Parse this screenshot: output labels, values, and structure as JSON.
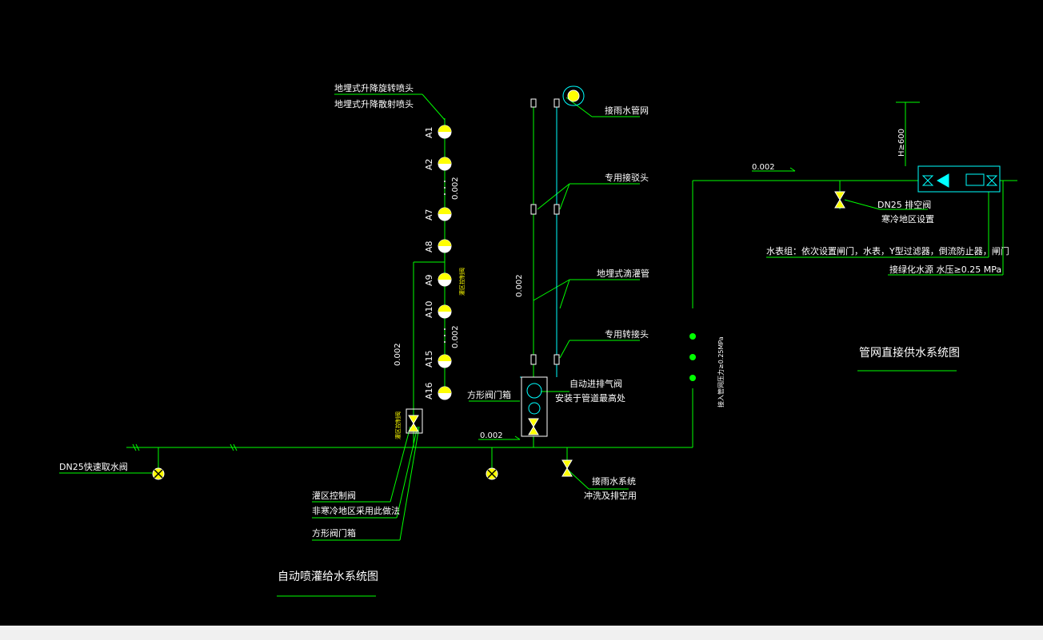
{
  "labels": {
    "rotary_sprinkler": "地埋式升降旋转喷头",
    "spray_sprinkler": "地埋式升降散射喷头",
    "rainwater_network": "接雨水管网",
    "special_joint": "专用接驳头",
    "drip_pipe": "地埋式滴灌管",
    "special_adapter": "专用转接头",
    "auto_vent": "自动进排气阀",
    "auto_vent_note": "安装于管道最高处",
    "valve_box": "方形阀门箱",
    "valve_box_2": "方形阀门箱",
    "dn25_quick": "DN25快速取水阀",
    "zone_valve": "灌区控制阀",
    "zone_valve_note": "非寒冷地区采用此做法",
    "rainwater_system": "接雨水系统",
    "rainwater_system_note": "冲洗及排空用",
    "dn25_drain": "DN25 排空阀",
    "cold_area": "寒冷地区设置",
    "meter_group": "水表组：依次设置闸门，水表，Y型过滤器，倒流防止器，闸门",
    "green_source": "接绿化水源  水压≥0.25 MPa",
    "height": "H≥600",
    "zone_valve_vertical": "灌区控制阀",
    "pipe_pressure_vertical": "接入管网压力≥0.25MPa",
    "slope": "0.002"
  },
  "sprinklers": [
    "A1",
    "A2",
    "A7",
    "A8",
    "A9",
    "A10",
    "A15",
    "A16"
  ],
  "titles": {
    "auto_irrigation": "自动喷灌给水系统图",
    "direct_supply": "管网直接供水系统图"
  },
  "colors": {
    "background": "#000000",
    "pipe_green": "#00ff00",
    "pipe_cyan": "#00ffff",
    "symbol_yellow": "#ffff00",
    "text_white": "#ffffff"
  }
}
